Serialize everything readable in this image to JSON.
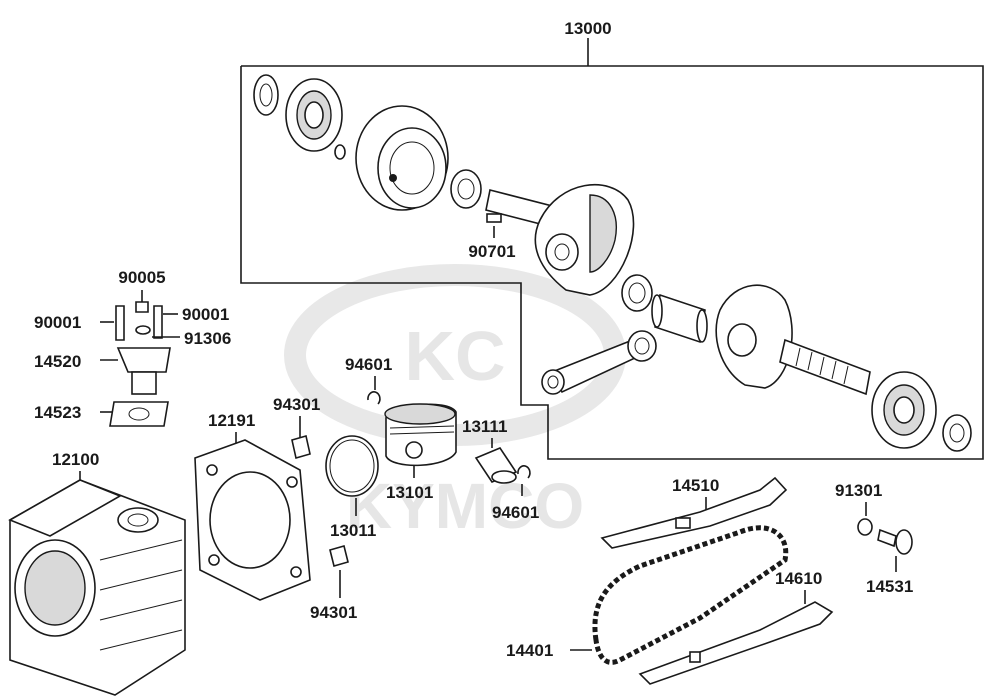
{
  "watermark": {
    "brand": "KYMCO",
    "logo": "KC"
  },
  "labels": {
    "assembly": "13000",
    "key": "90701",
    "bolt_center": "90005",
    "bolt_left": "90001",
    "bolt_right": "90001",
    "washer": "91306",
    "tensioner": "14520",
    "tensioner_gasket": "14523",
    "clip_top": "94601",
    "cylinder_gasket": "12191",
    "dowel_top": "94301",
    "piston_pin": "13111",
    "cylinder": "12100",
    "piston": "13101",
    "clip_bottom": "94601",
    "ring_set": "13011",
    "chain_guide_top": "14510",
    "oring": "91301",
    "dowel_bottom": "94301",
    "chain_guide_bottom": "14610",
    "tensioner_bolt": "14531",
    "cam_chain": "14401"
  }
}
